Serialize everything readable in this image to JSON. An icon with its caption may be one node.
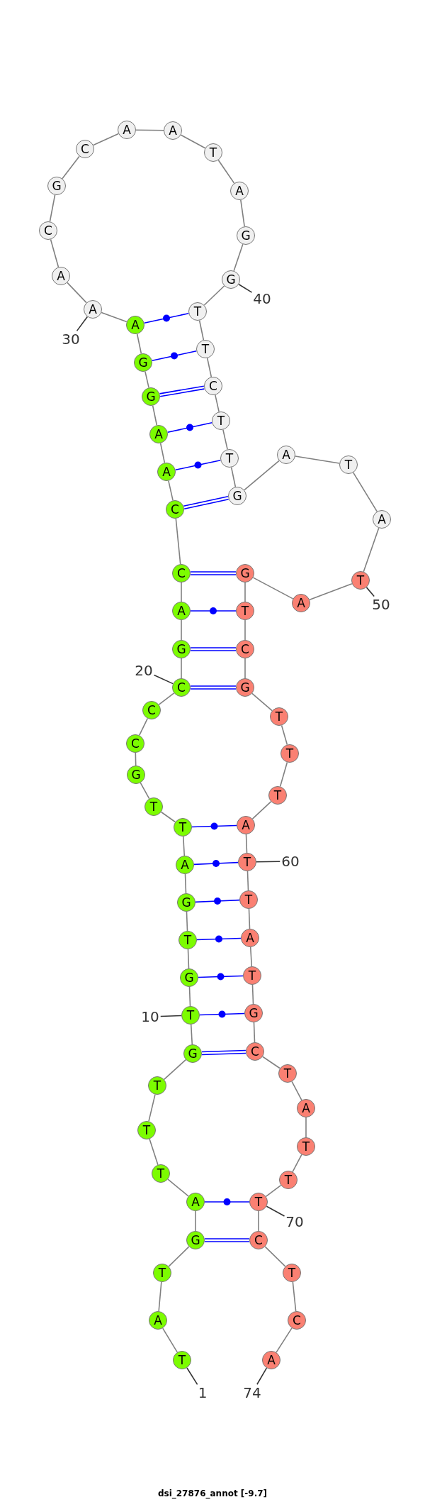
{
  "diagram": {
    "caption": "dsi_27876_annot [-9.7]",
    "nodes": [
      {
        "text": [
          "T"
        ]
      },
      {
        "text": [
          "A"
        ]
      },
      {
        "text": [
          "T"
        ]
      },
      {
        "text": [
          "G"
        ]
      },
      {
        "text": [
          "A"
        ]
      },
      {
        "text": [
          "T"
        ]
      },
      {
        "text": [
          "T"
        ]
      },
      {
        "text": [
          "T"
        ]
      },
      {
        "text": [
          "G"
        ]
      },
      {
        "text": [
          "T"
        ]
      },
      {
        "text": [
          "G"
        ]
      },
      {
        "text": [
          "T"
        ]
      },
      {
        "text": [
          "G"
        ]
      },
      {
        "text": [
          "A"
        ]
      },
      {
        "text": [
          "T"
        ]
      },
      {
        "text": [
          "T"
        ]
      },
      {
        "text": [
          "G"
        ]
      },
      {
        "text": [
          "C"
        ]
      },
      {
        "text": [
          "C"
        ]
      },
      {
        "text": [
          "C"
        ]
      },
      {
        "text": [
          "G"
        ]
      },
      {
        "text": [
          "A"
        ]
      },
      {
        "text": [
          "C"
        ]
      },
      {
        "text": [
          "C"
        ]
      },
      {
        "text": [
          "A"
        ]
      },
      {
        "text": [
          "A"
        ]
      },
      {
        "text": [
          "G"
        ]
      },
      {
        "text": [
          "G"
        ]
      },
      {
        "text": [
          "A"
        ]
      },
      {
        "text": [
          "A"
        ]
      },
      {
        "text": [
          "A"
        ]
      },
      {
        "text": [
          "C"
        ]
      },
      {
        "text": [
          "G"
        ]
      },
      {
        "text": [
          "C"
        ]
      },
      {
        "text": [
          "A"
        ]
      },
      {
        "text": [
          "A"
        ]
      },
      {
        "text": [
          "T"
        ]
      },
      {
        "text": [
          "A"
        ]
      },
      {
        "text": [
          "G"
        ]
      },
      {
        "text": [
          "G"
        ]
      },
      {
        "text": [
          "T"
        ]
      },
      {
        "text": [
          "T"
        ]
      },
      {
        "text": [
          "C"
        ]
      },
      {
        "text": [
          "T"
        ]
      },
      {
        "text": [
          "T"
        ]
      },
      {
        "text": [
          "G"
        ]
      },
      {
        "text": [
          "A"
        ]
      },
      {
        "text": [
          "T"
        ]
      },
      {
        "text": [
          "A"
        ]
      },
      {
        "text": [
          "T"
        ]
      },
      {
        "text": [
          "A"
        ]
      },
      {
        "text": [
          "G"
        ]
      },
      {
        "text": [
          "T"
        ]
      },
      {
        "text": [
          "C"
        ]
      },
      {
        "text": [
          "G"
        ]
      },
      {
        "text": [
          "T"
        ]
      },
      {
        "text": [
          "T"
        ]
      },
      {
        "text": [
          "T"
        ]
      },
      {
        "text": [
          "A"
        ]
      },
      {
        "text": [
          "T"
        ]
      },
      {
        "text": [
          "T"
        ]
      },
      {
        "text": [
          "A"
        ]
      },
      {
        "text": [
          "T"
        ]
      },
      {
        "text": [
          "G"
        ]
      },
      {
        "text": [
          "C"
        ]
      },
      {
        "text": [
          "T"
        ]
      },
      {
        "text": [
          "A"
        ]
      },
      {
        "text": [
          "T"
        ]
      },
      {
        "text": [
          "T"
        ]
      },
      {
        "text": [
          "T"
        ]
      },
      {
        "text": [
          "C"
        ]
      },
      {
        "text": [
          "T"
        ]
      },
      {
        "text": [
          "C"
        ]
      },
      {
        "text": [
          "A"
        ]
      },
      {
        "text": [
          "1"
        ]
      },
      {
        "text": [
          "10"
        ]
      },
      {
        "text": [
          "20"
        ]
      },
      {
        "text": [
          "30"
        ]
      },
      {
        "text": [
          "40"
        ]
      },
      {
        "text": [
          "50"
        ]
      },
      {
        "text": [
          "60"
        ]
      },
      {
        "text": [
          "70"
        ]
      },
      {
        "text": [
          "74"
        ]
      }
    ],
    "edges": [
      {
        "from": 0,
        "to": 1,
        "arrow": "none"
      },
      {
        "from": 1,
        "to": 2,
        "arrow": "none"
      },
      {
        "from": 2,
        "to": 3,
        "arrow": "none"
      },
      {
        "from": 3,
        "to": 4,
        "arrow": "none"
      },
      {
        "from": 4,
        "to": 5,
        "arrow": "none"
      },
      {
        "from": 5,
        "to": 6,
        "arrow": "none"
      },
      {
        "from": 6,
        "to": 7,
        "arrow": "none"
      },
      {
        "from": 7,
        "to": 8,
        "arrow": "none"
      },
      {
        "from": 8,
        "to": 9,
        "arrow": "none"
      },
      {
        "from": 9,
        "to": 10,
        "arrow": "none"
      },
      {
        "from": 10,
        "to": 11,
        "arrow": "none"
      },
      {
        "from": 11,
        "to": 12,
        "arrow": "none"
      },
      {
        "from": 12,
        "to": 13,
        "arrow": "none"
      },
      {
        "from": 13,
        "to": 14,
        "arrow": "none"
      },
      {
        "from": 14,
        "to": 15,
        "arrow": "none"
      },
      {
        "from": 15,
        "to": 16,
        "arrow": "none"
      },
      {
        "from": 16,
        "to": 17,
        "arrow": "none"
      },
      {
        "from": 17,
        "to": 18,
        "arrow": "none"
      },
      {
        "from": 18,
        "to": 19,
        "arrow": "none"
      },
      {
        "from": 19,
        "to": 20,
        "arrow": "none"
      },
      {
        "from": 20,
        "to": 21,
        "arrow": "none"
      },
      {
        "from": 21,
        "to": 22,
        "arrow": "none"
      },
      {
        "from": 22,
        "to": 23,
        "arrow": "none"
      },
      {
        "from": 23,
        "to": 24,
        "arrow": "none"
      },
      {
        "from": 24,
        "to": 25,
        "arrow": "none"
      },
      {
        "from": 25,
        "to": 26,
        "arrow": "none"
      },
      {
        "from": 26,
        "to": 27,
        "arrow": "none"
      },
      {
        "from": 27,
        "to": 28,
        "arrow": "none"
      },
      {
        "from": 28,
        "to": 29,
        "arrow": "none"
      },
      {
        "from": 29,
        "to": 30,
        "arrow": "none"
      },
      {
        "from": 30,
        "to": 31,
        "arrow": "none"
      },
      {
        "from": 31,
        "to": 32,
        "arrow": "none"
      },
      {
        "from": 32,
        "to": 33,
        "arrow": "none"
      },
      {
        "from": 33,
        "to": 34,
        "arrow": "none"
      },
      {
        "from": 34,
        "to": 35,
        "arrow": "none"
      },
      {
        "from": 35,
        "to": 36,
        "arrow": "none"
      },
      {
        "from": 36,
        "to": 37,
        "arrow": "none"
      },
      {
        "from": 37,
        "to": 38,
        "arrow": "none"
      },
      {
        "from": 38,
        "to": 39,
        "arrow": "none"
      },
      {
        "from": 39,
        "to": 40,
        "arrow": "none"
      },
      {
        "from": 40,
        "to": 41,
        "arrow": "none"
      },
      {
        "from": 41,
        "to": 42,
        "arrow": "none"
      },
      {
        "from": 42,
        "to": 43,
        "arrow": "none"
      },
      {
        "from": 43,
        "to": 44,
        "arrow": "none"
      },
      {
        "from": 44,
        "to": 45,
        "arrow": "none"
      },
      {
        "from": 45,
        "to": 46,
        "arrow": "none"
      },
      {
        "from": 46,
        "to": 47,
        "arrow": "none"
      },
      {
        "from": 47,
        "to": 48,
        "arrow": "none"
      },
      {
        "from": 48,
        "to": 49,
        "arrow": "none"
      },
      {
        "from": 49,
        "to": 50,
        "arrow": "none"
      },
      {
        "from": 50,
        "to": 51,
        "arrow": "none"
      },
      {
        "from": 51,
        "to": 52,
        "arrow": "none"
      },
      {
        "from": 52,
        "to": 53,
        "arrow": "none"
      },
      {
        "from": 53,
        "to": 54,
        "arrow": "none"
      },
      {
        "from": 54,
        "to": 55,
        "arrow": "none"
      },
      {
        "from": 55,
        "to": 56,
        "arrow": "none"
      },
      {
        "from": 56,
        "to": 57,
        "arrow": "none"
      },
      {
        "from": 57,
        "to": 58,
        "arrow": "none"
      },
      {
        "from": 58,
        "to": 59,
        "arrow": "none"
      },
      {
        "from": 59,
        "to": 60,
        "arrow": "none"
      },
      {
        "from": 60,
        "to": 61,
        "arrow": "none"
      },
      {
        "from": 61,
        "to": 62,
        "arrow": "none"
      },
      {
        "from": 62,
        "to": 63,
        "arrow": "none"
      },
      {
        "from": 63,
        "to": 64,
        "arrow": "none"
      },
      {
        "from": 64,
        "to": 65,
        "arrow": "none"
      },
      {
        "from": 65,
        "to": 66,
        "arrow": "none"
      },
      {
        "from": 66,
        "to": 67,
        "arrow": "none"
      },
      {
        "from": 67,
        "to": 68,
        "arrow": "none"
      },
      {
        "from": 68,
        "to": 69,
        "arrow": "none"
      },
      {
        "from": 69,
        "to": 70,
        "arrow": "none"
      },
      {
        "from": 70,
        "to": 71,
        "arrow": "none"
      },
      {
        "from": 71,
        "to": 72,
        "arrow": "none"
      },
      {
        "from": 72,
        "to": 73,
        "arrow": "none"
      },
      {
        "from": 28,
        "to": 40,
        "arrow": "none",
        "color": "#0000ff"
      },
      {
        "from": 27,
        "to": 41,
        "arrow": "none",
        "color": "#0000ff"
      },
      {
        "from": 26,
        "to": 42,
        "arrow": "none",
        "color": "#0000ff"
      },
      {
        "from": 25,
        "to": 43,
        "arrow": "none",
        "color": "#0000ff"
      },
      {
        "from": 24,
        "to": 44,
        "arrow": "none",
        "color": "#0000ff"
      },
      {
        "from": 23,
        "to": 45,
        "arrow": "none",
        "color": "#0000ff"
      },
      {
        "from": 22,
        "to": 51,
        "arrow": "none",
        "color": "#0000ff"
      },
      {
        "from": 21,
        "to": 52,
        "arrow": "none",
        "color": "#0000ff"
      },
      {
        "from": 20,
        "to": 53,
        "arrow": "none",
        "color": "#0000ff"
      },
      {
        "from": 19,
        "to": 54,
        "arrow": "none",
        "color": "#0000ff"
      },
      {
        "from": 14,
        "to": 58,
        "arrow": "none",
        "color": "#0000ff"
      },
      {
        "from": 13,
        "to": 59,
        "arrow": "none",
        "color": "#0000ff"
      },
      {
        "from": 12,
        "to": 60,
        "arrow": "none",
        "color": "#0000ff"
      },
      {
        "from": 11,
        "to": 61,
        "arrow": "none",
        "color": "#0000ff"
      },
      {
        "from": 10,
        "to": 62,
        "arrow": "none",
        "color": "#0000ff"
      },
      {
        "from": 9,
        "to": 63,
        "arrow": "none",
        "color": "#0000ff"
      },
      {
        "from": 8,
        "to": 64,
        "arrow": "none",
        "color": "#0000ff"
      },
      {
        "from": 4,
        "to": 69,
        "arrow": "none",
        "color": "#0000ff"
      },
      {
        "from": 3,
        "to": 70,
        "arrow": "none",
        "color": "#0000ff"
      },
      {
        "from": 74,
        "to": 0,
        "arrow": "none",
        "color": "#333333"
      },
      {
        "from": 75,
        "to": 9,
        "arrow": "none",
        "color": "#333333"
      },
      {
        "from": 76,
        "to": 19,
        "arrow": "none",
        "color": "#333333"
      },
      {
        "from": 77,
        "to": 29,
        "arrow": "none",
        "color": "#333333"
      },
      {
        "from": 78,
        "to": 39,
        "arrow": "none",
        "color": "#333333"
      },
      {
        "from": 79,
        "to": 49,
        "arrow": "none",
        "color": "#333333"
      },
      {
        "from": 80,
        "to": 59,
        "arrow": "none",
        "color": "#333333"
      },
      {
        "from": 81,
        "to": 69,
        "arrow": "none",
        "color": "#333333"
      },
      {
        "from": 82,
        "to": 73,
        "arrow": "none",
        "color": "#333333"
      }
    ]
  }
}
